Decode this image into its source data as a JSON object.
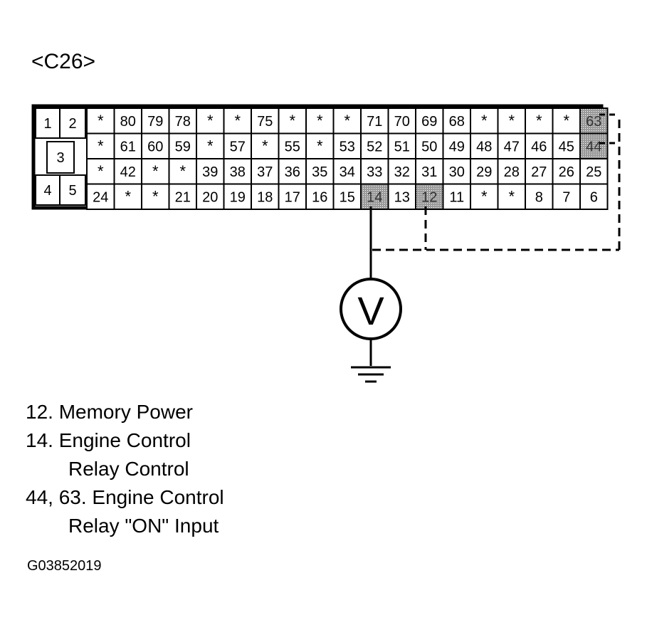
{
  "connector": {
    "title": "<C26>",
    "left_pins": [
      "1",
      "2",
      "3",
      "4",
      "5"
    ],
    "rows": [
      [
        "*",
        "80",
        "79",
        "78",
        "*",
        "*",
        "75",
        "*",
        "*",
        "*",
        "71",
        "70",
        "69",
        "68",
        "*",
        "*",
        "*",
        "*",
        "63"
      ],
      [
        "*",
        "61",
        "60",
        "59",
        "*",
        "57",
        "*",
        "55",
        "*",
        "53",
        "52",
        "51",
        "50",
        "49",
        "48",
        "47",
        "46",
        "45",
        "44"
      ],
      [
        "*",
        "42",
        "*",
        "*",
        "39",
        "38",
        "37",
        "36",
        "35",
        "34",
        "33",
        "32",
        "31",
        "30",
        "29",
        "28",
        "27",
        "26",
        "25"
      ],
      [
        "24",
        "*",
        "*",
        "21",
        "20",
        "19",
        "18",
        "17",
        "16",
        "15",
        "14",
        "13",
        "12",
        "11",
        "*",
        "*",
        "8",
        "7",
        "6"
      ]
    ],
    "highlighted_pins": [
      "14",
      "12",
      "63",
      "44"
    ]
  },
  "meter": {
    "label": "V"
  },
  "legend": [
    {
      "line1": "12. Memory Power",
      "line2": ""
    },
    {
      "line1": "14. Engine Control",
      "line2": "Relay Control"
    },
    {
      "line1": "44, 63. Engine Control",
      "line2": "Relay \"ON\" Input"
    }
  ],
  "figure_id": "G03852019"
}
